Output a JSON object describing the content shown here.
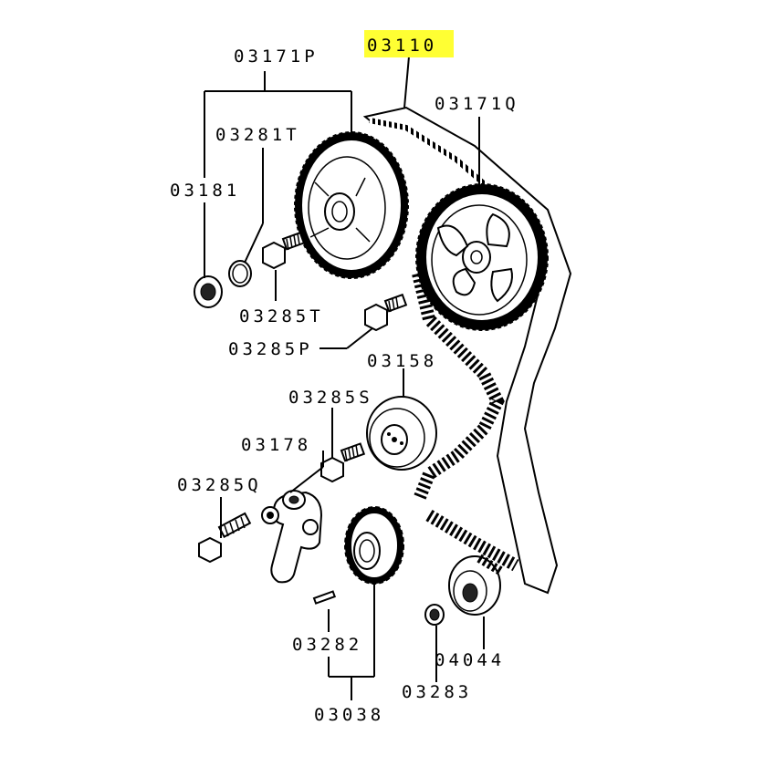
{
  "colors": {
    "highlight": "#ffff33",
    "ink": "#000000"
  },
  "labels": {
    "p03110": "03110",
    "p03171P": "03171P",
    "p03171Q": "03171Q",
    "p03281T": "03281T",
    "p03181": "03181",
    "p03285T": "03285T",
    "p03285P": "03285P",
    "p03158": "03158",
    "p03285S": "03285S",
    "p03178": "03178",
    "p03285Q": "03285Q",
    "p03282": "03282",
    "p03038": "03038",
    "p03283": "03283",
    "p04044": "04044"
  }
}
